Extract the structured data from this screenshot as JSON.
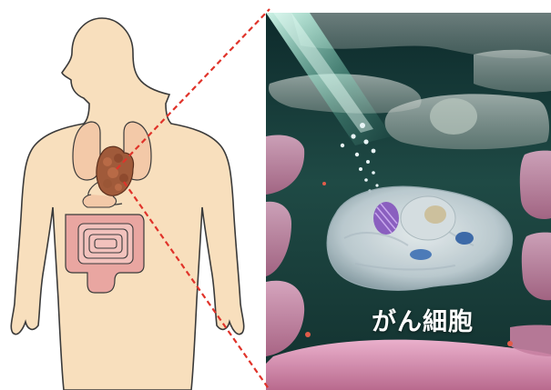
{
  "panels": {
    "body_diagram": {
      "organs": [
        "lungs",
        "stomach",
        "small-intestine",
        "large-intestine"
      ],
      "highlighted_organ": "stomach",
      "colors": {
        "skin": "#f8dfbd",
        "outline": "#3a3a3a",
        "lungs": "#f3c9a8",
        "stomach": "#a05a3a",
        "intestines": "#e9a6a1",
        "connector": "#e0332a"
      }
    },
    "cell_illustration": {
      "label": "がん細胞",
      "colors": {
        "background": "#1f4a45",
        "light_beam": "#c8f4e6",
        "tissue": "#d98fb2",
        "cancer_cell": "#e3ecef"
      }
    }
  }
}
